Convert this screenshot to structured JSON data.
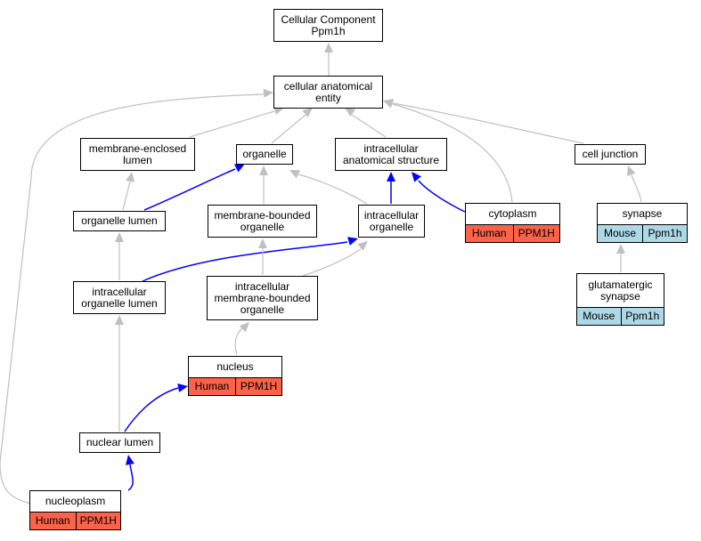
{
  "nodes": {
    "root": {
      "label": "Cellular Component\nPpm1h"
    },
    "cae": {
      "label": "cellular anatomical\nentity"
    },
    "mel": {
      "label": "membrane-enclosed\nlumen"
    },
    "org": {
      "label": "organelle"
    },
    "ias": {
      "label": "intracellular\nanatomical structure"
    },
    "cj": {
      "label": "cell junction"
    },
    "ol": {
      "label": "organelle lumen"
    },
    "mbo": {
      "label": "membrane-bounded\norganelle"
    },
    "io": {
      "label": "intracellular\norganelle"
    },
    "cyto": {
      "label": "cytoplasm",
      "tags": [
        {
          "species": "Human",
          "gene": "PPM1H"
        }
      ]
    },
    "syn": {
      "label": "synapse",
      "tags": [
        {
          "species": "Mouse",
          "gene": "Ppm1h"
        }
      ]
    },
    "iol": {
      "label": "intracellular\norganelle lumen"
    },
    "imbo": {
      "label": "intracellular\nmembrane-bounded\norganelle"
    },
    "gs": {
      "label": "glutamatergic\nsynapse",
      "tags": [
        {
          "species": "Mouse",
          "gene": "Ppm1h"
        }
      ]
    },
    "nuc": {
      "label": "nucleus",
      "tags": [
        {
          "species": "Human",
          "gene": "PPM1H"
        }
      ]
    },
    "nl": {
      "label": "nuclear lumen"
    },
    "np": {
      "label": "nucleoplasm",
      "tags": [
        {
          "species": "Human",
          "gene": "PPM1H"
        }
      ]
    }
  },
  "edges": [
    {
      "from": "cae",
      "to": "root",
      "relation": "is_a"
    },
    {
      "from": "mel",
      "to": "cae",
      "relation": "is_a"
    },
    {
      "from": "org",
      "to": "cae",
      "relation": "is_a"
    },
    {
      "from": "ias",
      "to": "cae",
      "relation": "is_a"
    },
    {
      "from": "cj",
      "to": "cae",
      "relation": "is_a"
    },
    {
      "from": "cyto",
      "to": "cae",
      "relation": "is_a"
    },
    {
      "from": "np",
      "to": "cae",
      "relation": "is_a"
    },
    {
      "from": "ol",
      "to": "mel",
      "relation": "is_a"
    },
    {
      "from": "ol",
      "to": "org",
      "relation": "part_of"
    },
    {
      "from": "mbo",
      "to": "org",
      "relation": "is_a"
    },
    {
      "from": "io",
      "to": "org",
      "relation": "is_a"
    },
    {
      "from": "io",
      "to": "ias",
      "relation": "part_of"
    },
    {
      "from": "cyto",
      "to": "ias",
      "relation": "part_of"
    },
    {
      "from": "syn",
      "to": "cj",
      "relation": "is_a"
    },
    {
      "from": "gs",
      "to": "syn",
      "relation": "is_a"
    },
    {
      "from": "iol",
      "to": "ol",
      "relation": "is_a"
    },
    {
      "from": "iol",
      "to": "io",
      "relation": "part_of"
    },
    {
      "from": "imbo",
      "to": "mbo",
      "relation": "is_a"
    },
    {
      "from": "imbo",
      "to": "io",
      "relation": "is_a"
    },
    {
      "from": "nuc",
      "to": "imbo",
      "relation": "is_a"
    },
    {
      "from": "nl",
      "to": "iol",
      "relation": "is_a"
    },
    {
      "from": "nl",
      "to": "nuc",
      "relation": "part_of"
    },
    {
      "from": "np",
      "to": "nl",
      "relation": "part_of"
    }
  ],
  "colors": {
    "is_a": "#c0c0c0",
    "part_of": "#0000ff",
    "human": "#fa6249",
    "mouse": "#add8e6"
  }
}
